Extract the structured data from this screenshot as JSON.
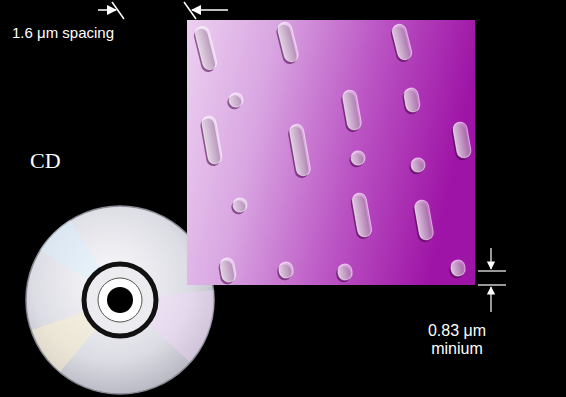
{
  "diagram": {
    "labels": [
      "1.6 μm spacing",
      "CD",
      "0.83 μm minium"
    ]
  }
}
